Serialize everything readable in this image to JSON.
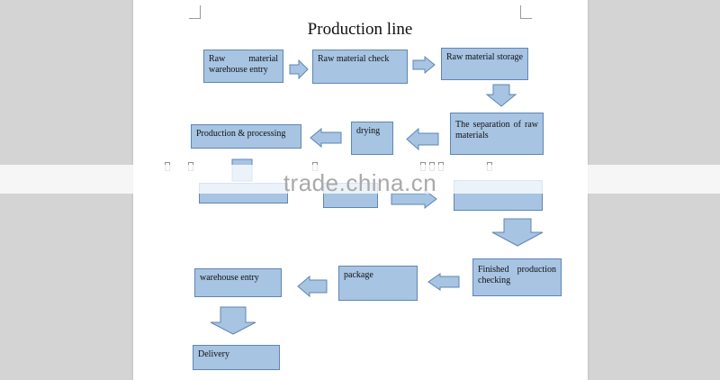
{
  "diagram": {
    "title": "Production line",
    "nodes": {
      "raw_entry": "Raw material warehouse entry",
      "raw_check": "Raw material check",
      "raw_storage": "Raw material storage",
      "separation": "The separation of raw materials",
      "drying": "drying",
      "processing": "Production & processing",
      "finished_check": "Finished production checking",
      "package": "package",
      "warehouse_entry": "warehouse entry",
      "delivery": "Delivery"
    },
    "watermark": "trade.china.cn"
  },
  "colors": {
    "box_fill": "#a7c4e2",
    "box_border": "#5e86b4",
    "page": "#ffffff",
    "background": "#d4d4d4"
  }
}
